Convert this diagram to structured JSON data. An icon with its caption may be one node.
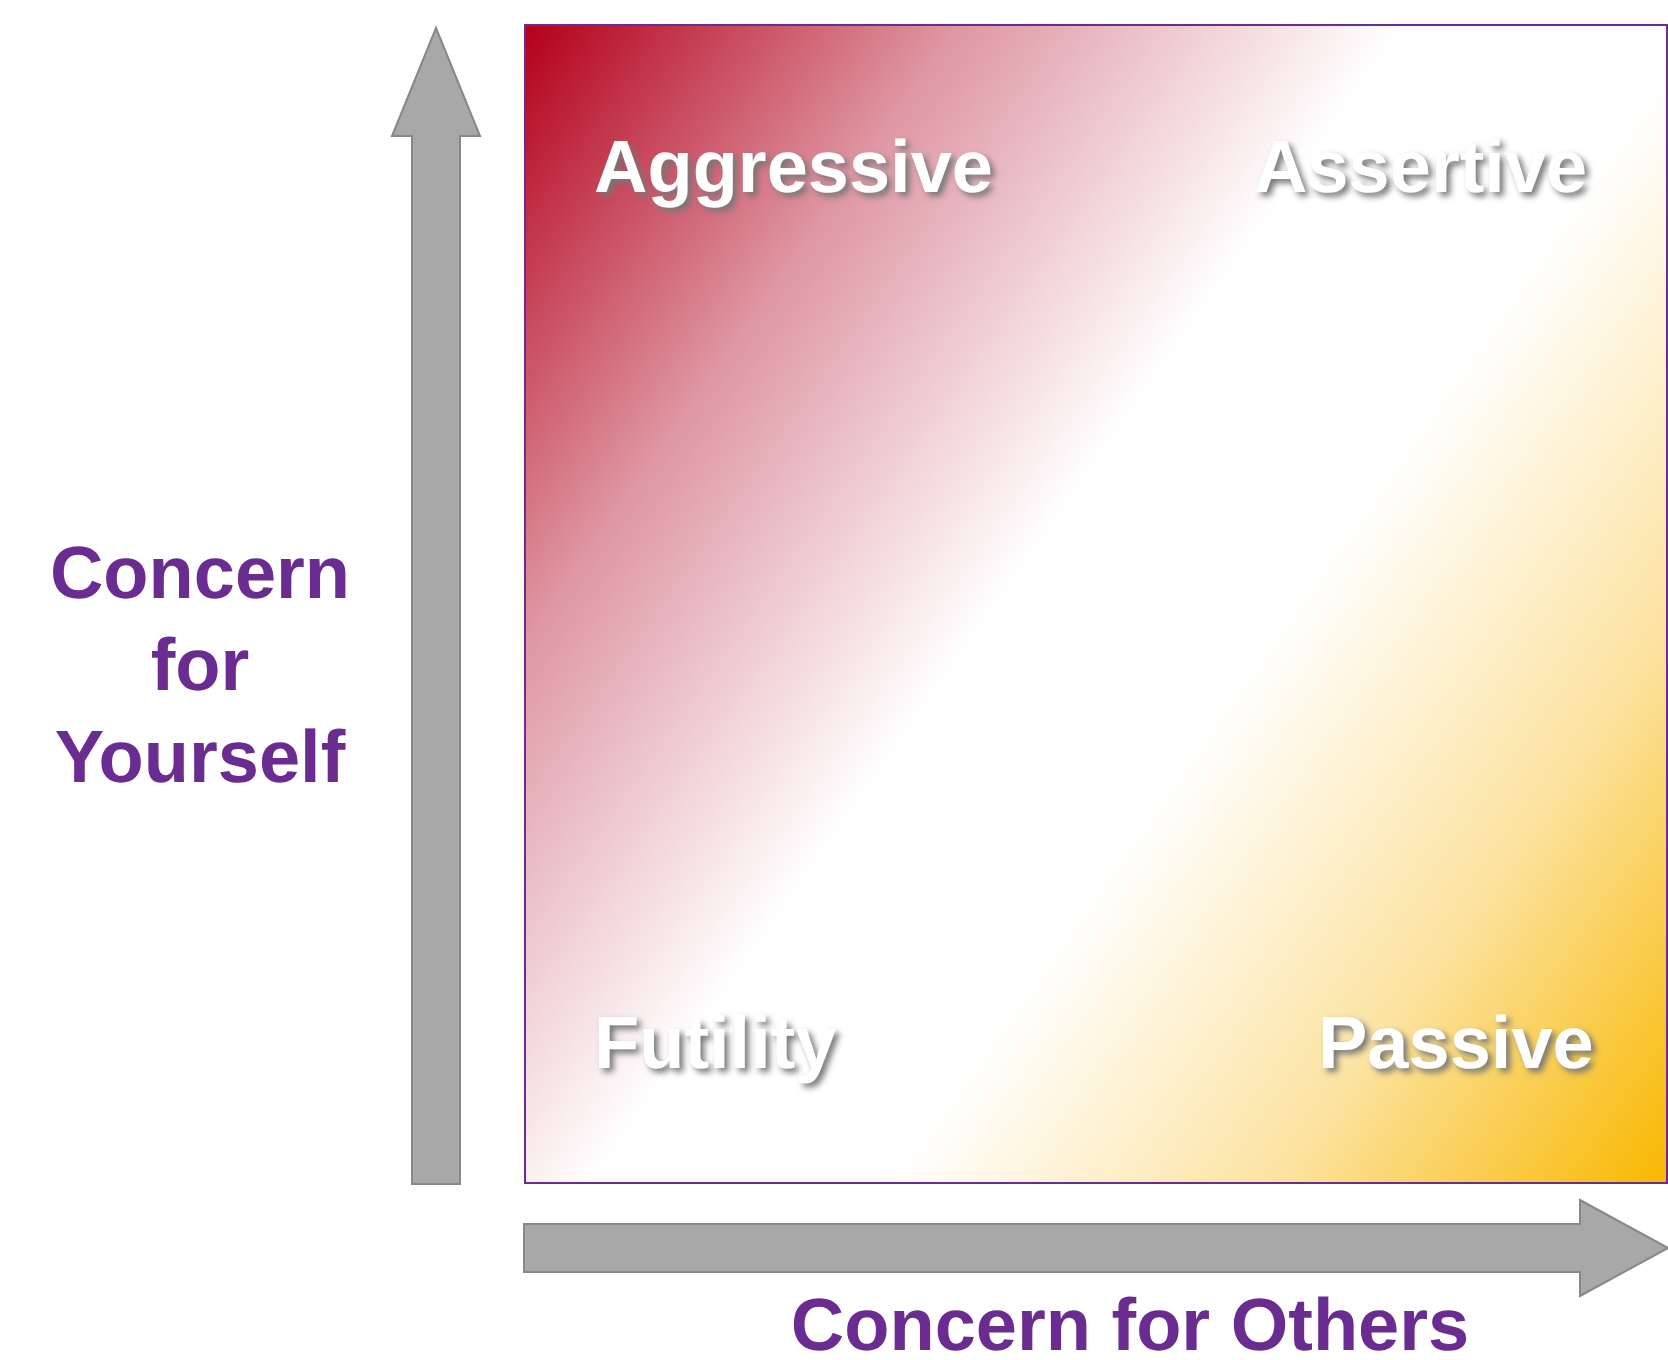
{
  "diagram": {
    "nodes": [
      {
        "text": [
          "Aggressive",
          "Assertive",
          "Futility",
          "Passive"
        ]
      }
    ],
    "labels": [
      "Concern for Yourself",
      "Concern for Others"
    ]
  }
}
